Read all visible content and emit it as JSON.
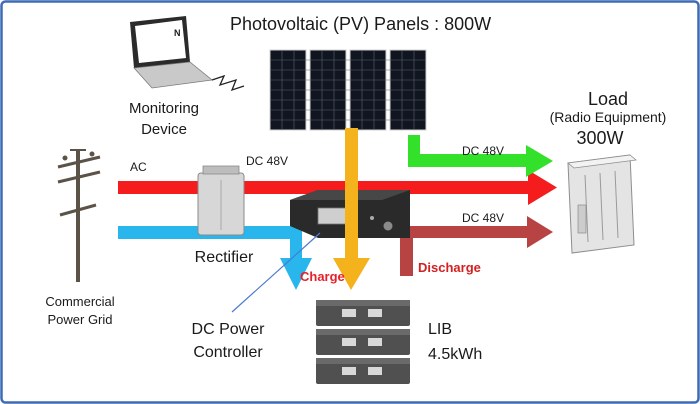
{
  "title": "Photovoltaic (PV) Panels : 800W",
  "monitoring": {
    "line1": "Monitoring",
    "line2": "Device",
    "laptop_brand": "N"
  },
  "load": {
    "line1": "Load",
    "line2": "(Radio Equipment)",
    "line3": "300W"
  },
  "flows": {
    "ac": "AC",
    "dc_rectifier": "DC 48V",
    "dc_pv": "DC 48V",
    "dc_discharge": "DC 48V"
  },
  "rectifier": "Rectifier",
  "grid": {
    "line1": "Commercial",
    "line2": "Power Grid"
  },
  "controller": {
    "line1": "DC Power",
    "line2": "Controller"
  },
  "charge": "Charge",
  "discharge": "Discharge",
  "lib": {
    "line1": "LIB",
    "line2": "4.5kWh"
  },
  "colors": {
    "ac": "#f41c1c",
    "pv": "#f4b21c",
    "pv_load": "#33e02a",
    "grid_charge": "#29b6ec",
    "discharge": "#b84343",
    "charge_text": "#e8202a",
    "discharge_text": "#d32020",
    "border": "#3d6cb5"
  }
}
